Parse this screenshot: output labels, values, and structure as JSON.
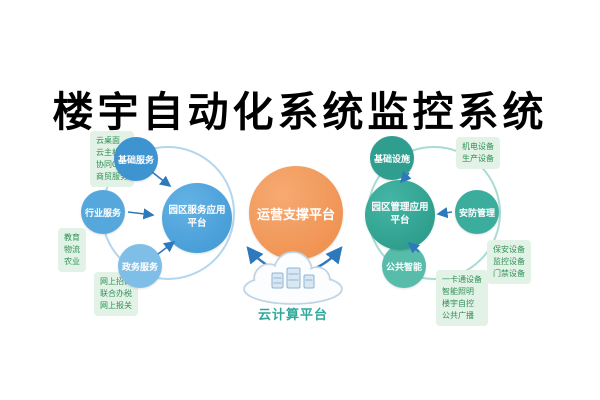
{
  "title": "楼宇自动化系统监控系统",
  "center": {
    "label": "运营支撑平台"
  },
  "cloud": {
    "label": "云计算平台",
    "icon": "cloud-icon",
    "inner_icons": "server-icon"
  },
  "left_platform": {
    "label": "园区服务应用平台"
  },
  "right_platform": {
    "label": "园区管理应用平台"
  },
  "left_nodes": [
    {
      "label": "基础服务"
    },
    {
      "label": "行业服务"
    },
    {
      "label": "政务服务"
    }
  ],
  "right_nodes": [
    {
      "label": "基础设施"
    },
    {
      "label": "安防管理"
    },
    {
      "label": "公共智能"
    }
  ],
  "tag_boxes": {
    "top_left": {
      "lines": [
        "云桌面",
        "云主机",
        "协同OA",
        "商贸服务"
      ]
    },
    "mid_left": {
      "lines": [
        "教育",
        "物流",
        "农业"
      ]
    },
    "bottom_left": {
      "lines": [
        "网上招商",
        "联合办税",
        "网上报关"
      ]
    },
    "top_right": {
      "lines": [
        "机电设备",
        "生产设备"
      ]
    },
    "mid_right": {
      "lines": [
        "保安设备",
        "监控设备",
        "门禁设备"
      ]
    },
    "bottom_right": {
      "lines": [
        "一卡通设备",
        "智能照明",
        "楼宇自控",
        "公共广播"
      ]
    }
  },
  "colors": {
    "center_orange": "#ee8c49",
    "platform_blue": "#3f97d4",
    "platform_teal": "#269685",
    "ring_blue": "#b3d6ee",
    "ring_teal": "#a8dbd2",
    "tag_bg": "#e3f2e7",
    "tag_text": "#2f9155",
    "arrow_blue": "#2e79bc",
    "title_black": "#000000"
  }
}
